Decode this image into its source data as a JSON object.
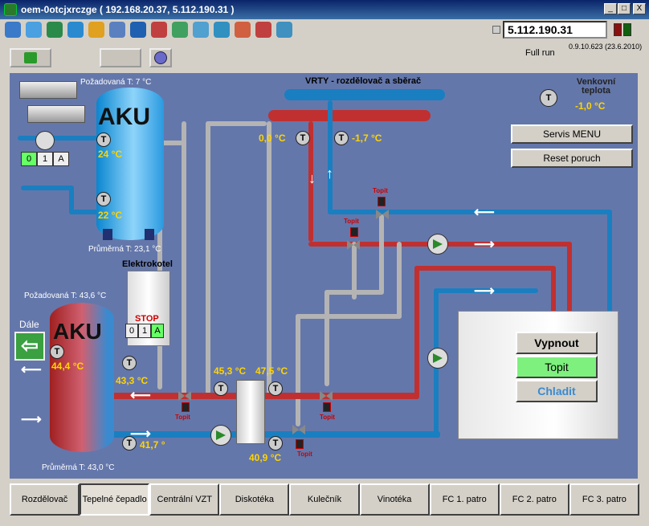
{
  "window": {
    "title": "oem-0otcjxrczge ( 192.168.20.37, 5.112.190.31 )",
    "min": "_",
    "max": "□",
    "close": "X"
  },
  "toolbar": {
    "ip": "5.112.190.31",
    "mode": "Full run",
    "version": "0.9.10.623 (23.6.2010)"
  },
  "diagram": {
    "vrty_title": "VRTY - rozdělovač a sběrač",
    "outdoor_label": "Venkovní teplota",
    "outdoor_temp": "-1,0 °C",
    "servis": "Servis MENU",
    "reset": "Reset poruch",
    "aku1": {
      "title": "AKU",
      "req": "Požadovaná T:  7 °C",
      "top": "24 °C",
      "mid": "22 °C",
      "avg": "Průměrná T:  23,1 °C"
    },
    "aku2": {
      "title": "AKU",
      "req": "Požadovaná T: 43,6 °C",
      "top": "44,4 °C",
      "avg": "Průměrná T: 43,0 °C"
    },
    "elektrokotel": "Elektrokotel",
    "stop": "STOP",
    "modes": [
      "0",
      "1",
      "A"
    ],
    "dale": "Dále",
    "t_vrty_left": "0,0 °C",
    "t_vrty_right": "-1,7 °C",
    "t_433": "43,3 °C",
    "t_453": "45,3 °C",
    "t_475": "47,5 °C",
    "t_409": "40,9 °C",
    "t_417": "41,7 °",
    "topit": "Topit",
    "t": "T",
    "heatpump": {
      "vypnout": "Vypnout",
      "topit": "Topit",
      "chladit": "Chladit"
    }
  },
  "tabs": [
    "Rozdělovač",
    "Tepelné čepadlo",
    "Centrální VZT",
    "Diskotéka",
    "Kulečník",
    "Vinotéka",
    "FC 1. patro",
    "FC 2. patro",
    "FC 3. patro"
  ]
}
